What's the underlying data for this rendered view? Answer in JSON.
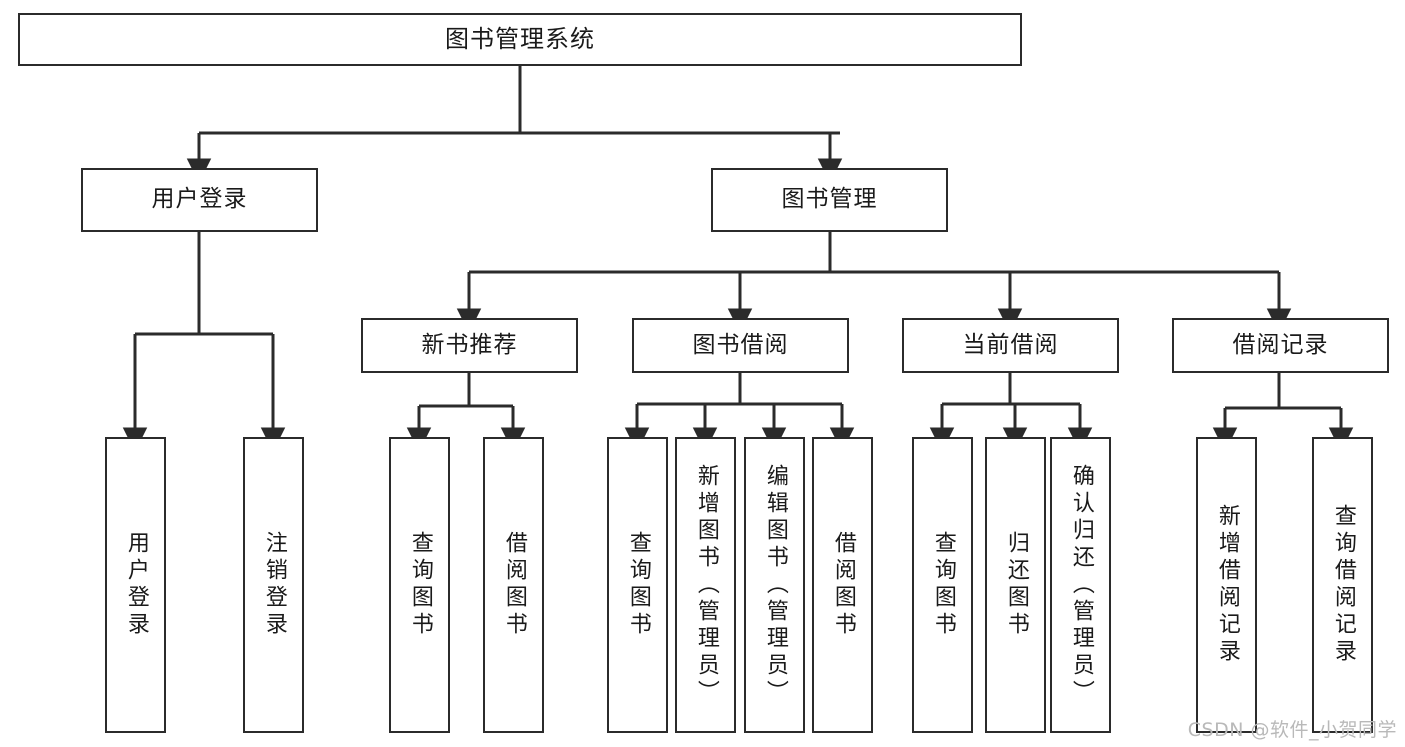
{
  "diagram": {
    "title": "图书管理系统",
    "type": "tree-hierarchy",
    "orientation": "top-down",
    "colors": {
      "box_border": "#2b2b2b",
      "box_fill": "#ffffff",
      "connector": "#2b2b2b",
      "text": "#1a1a1a",
      "watermark": "#b9b9b9",
      "background": "#ffffff"
    },
    "root": {
      "label": "图书管理系统"
    },
    "level2": [
      {
        "label": "用户登录"
      },
      {
        "label": "图书管理"
      }
    ],
    "level3": [
      {
        "label": "新书推荐"
      },
      {
        "label": "图书借阅"
      },
      {
        "label": "当前借阅"
      },
      {
        "label": "借阅记录"
      }
    ],
    "leaves": {
      "user_login": [
        {
          "label": "用户登录"
        },
        {
          "label": "注销登录"
        }
      ],
      "new_book_recommend": [
        {
          "label": "查询图书"
        },
        {
          "label": "借阅图书"
        }
      ],
      "book_borrow": [
        {
          "label": "查询图书"
        },
        {
          "label": "新增图书（管理员）"
        },
        {
          "label": "编辑图书（管理员）"
        },
        {
          "label": "借阅图书"
        }
      ],
      "current_borrow": [
        {
          "label": "查询图书"
        },
        {
          "label": "归还图书"
        },
        {
          "label": "确认归还（管理员）"
        }
      ],
      "borrow_record": [
        {
          "label": "新增借阅记录"
        },
        {
          "label": "查询借阅记录"
        }
      ]
    }
  },
  "watermark": {
    "text": "CSDN @软件_小贺同学"
  }
}
